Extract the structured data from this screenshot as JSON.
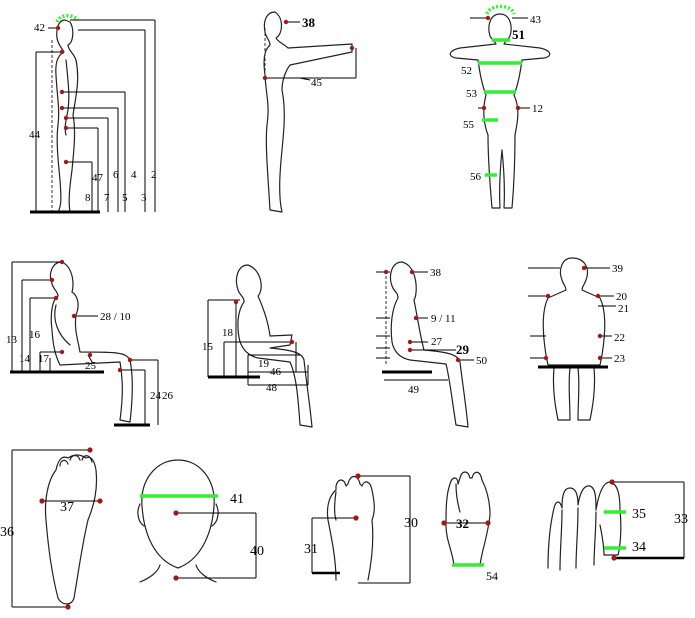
{
  "standing_side": {
    "labels": {
      "l42": "42",
      "l44": "44",
      "l47": "47",
      "l6": "6",
      "l4": "4",
      "l2": "2",
      "l8": "8",
      "l7": "7",
      "l5": "5",
      "l3": "3"
    }
  },
  "standing_arm": {
    "labels": {
      "l38": "38",
      "l45": "45"
    }
  },
  "standing_front": {
    "labels": {
      "l43": "43",
      "l51": "51",
      "l52": "52",
      "l53": "53",
      "l12": "12",
      "l55": "55",
      "l56": "56"
    }
  },
  "seated_woman": {
    "labels": {
      "l13": "13",
      "l16": "16",
      "l14": "14",
      "l17": "17",
      "l28_10": "28 / 10",
      "l25": "25",
      "l24": "24",
      "l26": "26"
    }
  },
  "seated_man_arm": {
    "labels": {
      "l15": "15",
      "l18": "18",
      "l19": "19",
      "l46": "46",
      "l48": "48"
    }
  },
  "seated_man_side": {
    "labels": {
      "l38": "38",
      "l9_11": "9 / 11",
      "l27": "27",
      "l29": "29",
      "l50": "50",
      "l49": "49"
    }
  },
  "seated_back": {
    "labels": {
      "l39": "39",
      "l20": "20",
      "l21": "21",
      "l22": "22",
      "l23": "23"
    }
  },
  "foot": {
    "labels": {
      "l36": "36",
      "l37": "37"
    }
  },
  "head": {
    "labels": {
      "l41": "41",
      "l40": "40"
    }
  },
  "hand_length": {
    "labels": {
      "l31": "31",
      "l30": "30"
    }
  },
  "hand_width": {
    "labels": {
      "l32": "32",
      "l54": "54"
    }
  },
  "finger": {
    "labels": {
      "l35": "35",
      "l33": "33",
      "l34": "34"
    }
  }
}
